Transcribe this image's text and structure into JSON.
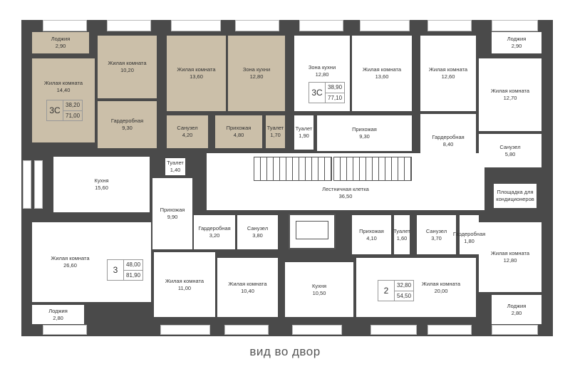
{
  "rooms": [
    {
      "name": "Лоджия",
      "area": "2,90",
      "hl": true
    },
    {
      "name": "Жилая комната",
      "area": "14,40",
      "hl": true
    },
    {
      "name": "Жилая комната",
      "area": "10,20",
      "hl": true
    },
    {
      "name": "Гардеробная",
      "area": "9,30",
      "hl": true
    },
    {
      "name": "Жилая комната",
      "area": "13,60",
      "hl": true
    },
    {
      "name": "Зона кухни",
      "area": "12,80",
      "hl": true
    },
    {
      "name": "Санузел",
      "area": "4,20",
      "hl": true
    },
    {
      "name": "Прихожая",
      "area": "4,80",
      "hl": true
    },
    {
      "name": "Туалет",
      "area": "1,70",
      "hl": true
    },
    {
      "name": "Зона кухни",
      "area": "12,80"
    },
    {
      "name": "Жилая комната",
      "area": "13,60"
    },
    {
      "name": "Туалет",
      "area": "1,90"
    },
    {
      "name": "Прихожая",
      "area": "9,30"
    },
    {
      "name": "Жилая комната",
      "area": "12,60"
    },
    {
      "name": "Лоджия",
      "area": "2,90"
    },
    {
      "name": "Жилая комната",
      "area": "12,70"
    },
    {
      "name": "Гардеробная",
      "area": "8,40"
    },
    {
      "name": "Санузел",
      "area": "5,80"
    },
    {
      "name": "Кухня",
      "area": "15,60"
    },
    {
      "name": "Туалет",
      "area": "1,40"
    },
    {
      "name": "Прихожая",
      "area": "9,90"
    },
    {
      "name": "Лестничная клетка",
      "area": "36,50"
    },
    {
      "name": "Площадка для кондиционеров",
      "area": ""
    },
    {
      "name": "Жилая комната",
      "area": "26,60"
    },
    {
      "name": "Лоджия",
      "area": "2,80"
    },
    {
      "name": "Жилая комната",
      "area": "11,00"
    },
    {
      "name": "Гардеробная",
      "area": "3,20"
    },
    {
      "name": "Санузел",
      "area": "3,80"
    },
    {
      "name": "Жилая комната",
      "area": "10,40"
    },
    {
      "name": "Кухня",
      "area": "10,50"
    },
    {
      "name": "Прихожая",
      "area": "4,10"
    },
    {
      "name": "Туалет",
      "area": "1,60"
    },
    {
      "name": "Санузел",
      "area": "3,70"
    },
    {
      "name": "Гардеробная",
      "area": "1,80"
    },
    {
      "name": "Жилая комната",
      "area": "20,00"
    },
    {
      "name": "Жилая комната",
      "area": "12,80"
    },
    {
      "name": "Лоджия",
      "area": "2,80"
    }
  ],
  "apartments": [
    {
      "type": "3С",
      "living": "38,20",
      "total": "71,00",
      "hl": true
    },
    {
      "type": "3С",
      "living": "38,90",
      "total": "77,10"
    },
    {
      "type": "3",
      "living": "48,00",
      "total": "81,90"
    },
    {
      "type": "2",
      "living": "32,80",
      "total": "54,50"
    }
  ],
  "caption": "вид во двор",
  "colors": {
    "wall": "#4a4a4a",
    "highlight": "#cbbfa9"
  }
}
